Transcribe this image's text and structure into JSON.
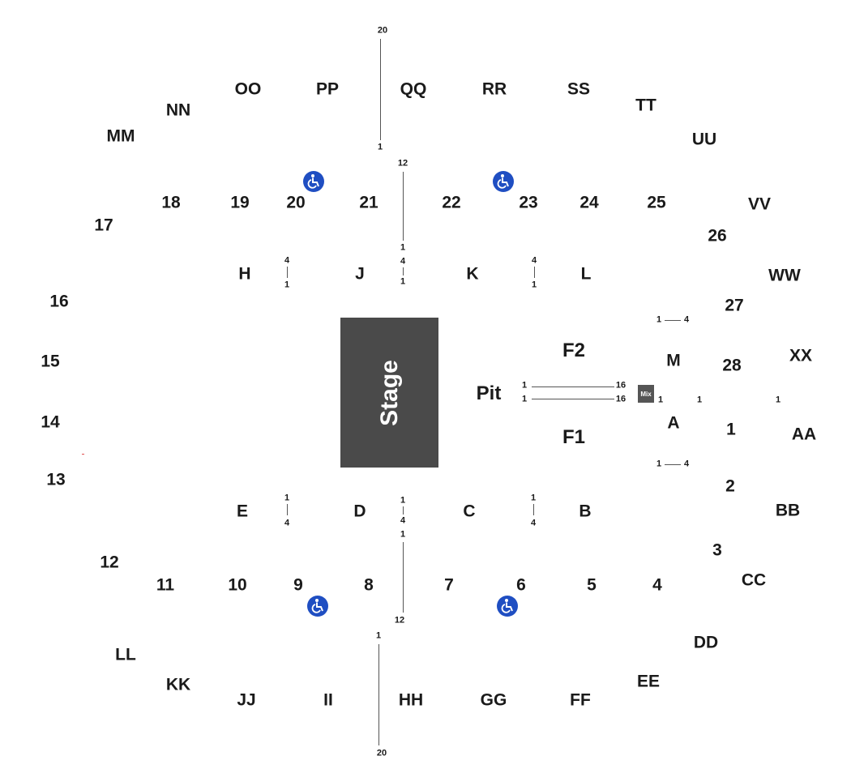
{
  "stage": {
    "label": "Stage"
  },
  "pit": {
    "label": "Pit"
  },
  "mix": {
    "label": "Mix"
  },
  "colors": {
    "stage": "#4a4a4a",
    "accessible": "#1f4ec2",
    "text": "#1a1a1a"
  },
  "accessible_icon": "wheelchair-icon",
  "outer_rows": {
    "top": [
      "OO",
      "PP",
      "QQ",
      "RR",
      "SS",
      "TT",
      "UU",
      "NN",
      "MM"
    ],
    "right": [
      "VV",
      "WW",
      "XX",
      "AA",
      "BB",
      "CC",
      "DD",
      "EE"
    ],
    "bottom": [
      "FF",
      "GG",
      "HH",
      "II",
      "JJ",
      "KK",
      "LL"
    ]
  },
  "sections": {
    "s1": "1",
    "s2": "2",
    "s3": "3",
    "s4": "4",
    "s5": "5",
    "s6": "6",
    "s7": "7",
    "s8": "8",
    "s9": "9",
    "s10": "10",
    "s11": "11",
    "s12": "12",
    "s13": "13",
    "s14": "14",
    "s15": "15",
    "s16": "16",
    "s17": "17",
    "s18": "18",
    "s19": "19",
    "s20": "20",
    "s21": "21",
    "s22": "22",
    "s23": "23",
    "s24": "24",
    "s25": "25",
    "s26": "26",
    "s27": "27",
    "s28": "28"
  },
  "floor": {
    "H": "H",
    "J": "J",
    "K": "K",
    "L": "L",
    "E": "E",
    "D": "D",
    "C": "C",
    "B": "B",
    "M": "M",
    "A": "A",
    "F1": "F1",
    "F2": "F2"
  },
  "row_markers": {
    "one": "1",
    "four": "4",
    "twelve": "12",
    "sixteen": "16",
    "twenty": "20"
  }
}
